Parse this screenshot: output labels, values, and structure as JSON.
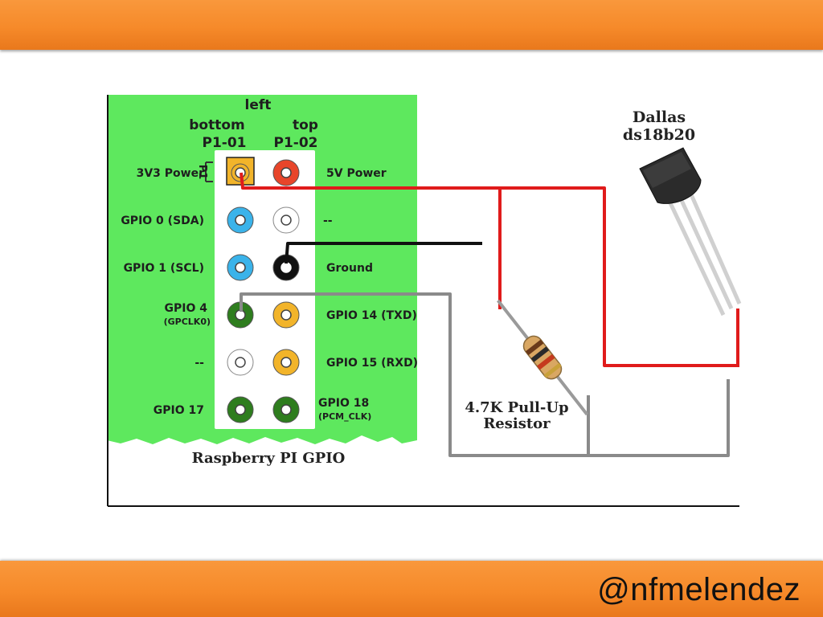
{
  "slide": {
    "footer_handle": "@nfmelendez",
    "accent_color": "#f68a2a"
  },
  "diagram": {
    "header": {
      "side": "left",
      "bottom_row": "bottom",
      "top_row": "top",
      "pin1": "P1-01",
      "pin2": "P1-02",
      "p1_marker": "P1"
    },
    "gpio_caption": "Raspberry PI GPIO",
    "left_pins": [
      {
        "label": "3V3 Power",
        "color": "#f2b42a"
      },
      {
        "label": "GPIO 0 (SDA)",
        "color": "#3ab3ea"
      },
      {
        "label": "GPIO 1 (SCL)",
        "color": "#3ab3ea"
      },
      {
        "label": "GPIO 4",
        "sub": "(GPCLK0)",
        "color": "#2e7d1e"
      },
      {
        "label": "--",
        "color": "#ffffff"
      },
      {
        "label": "GPIO 17",
        "color": "#2e7d1e"
      }
    ],
    "right_pins": [
      {
        "label": "5V Power",
        "color": "#e8452a"
      },
      {
        "label": "--",
        "color": "#ffffff"
      },
      {
        "label": "Ground",
        "color": "#111111"
      },
      {
        "label": "GPIO 14 (TXD)",
        "color": "#f2b42a"
      },
      {
        "label": "GPIO 15 (RXD)",
        "color": "#f2b42a"
      },
      {
        "label": "GPIO 18",
        "sub": "(PCM_CLK)",
        "color": "#2e7d1e"
      }
    ],
    "sensor": {
      "line1": "Dallas",
      "line2": "ds18b20"
    },
    "resistor": {
      "line1": "4.7K Pull-Up",
      "line2": "Resistor"
    },
    "wire_colors": {
      "power": "#e01b1b",
      "ground": "#111111",
      "data": "#8a8a8a"
    },
    "board_color": "#5ee85e"
  }
}
